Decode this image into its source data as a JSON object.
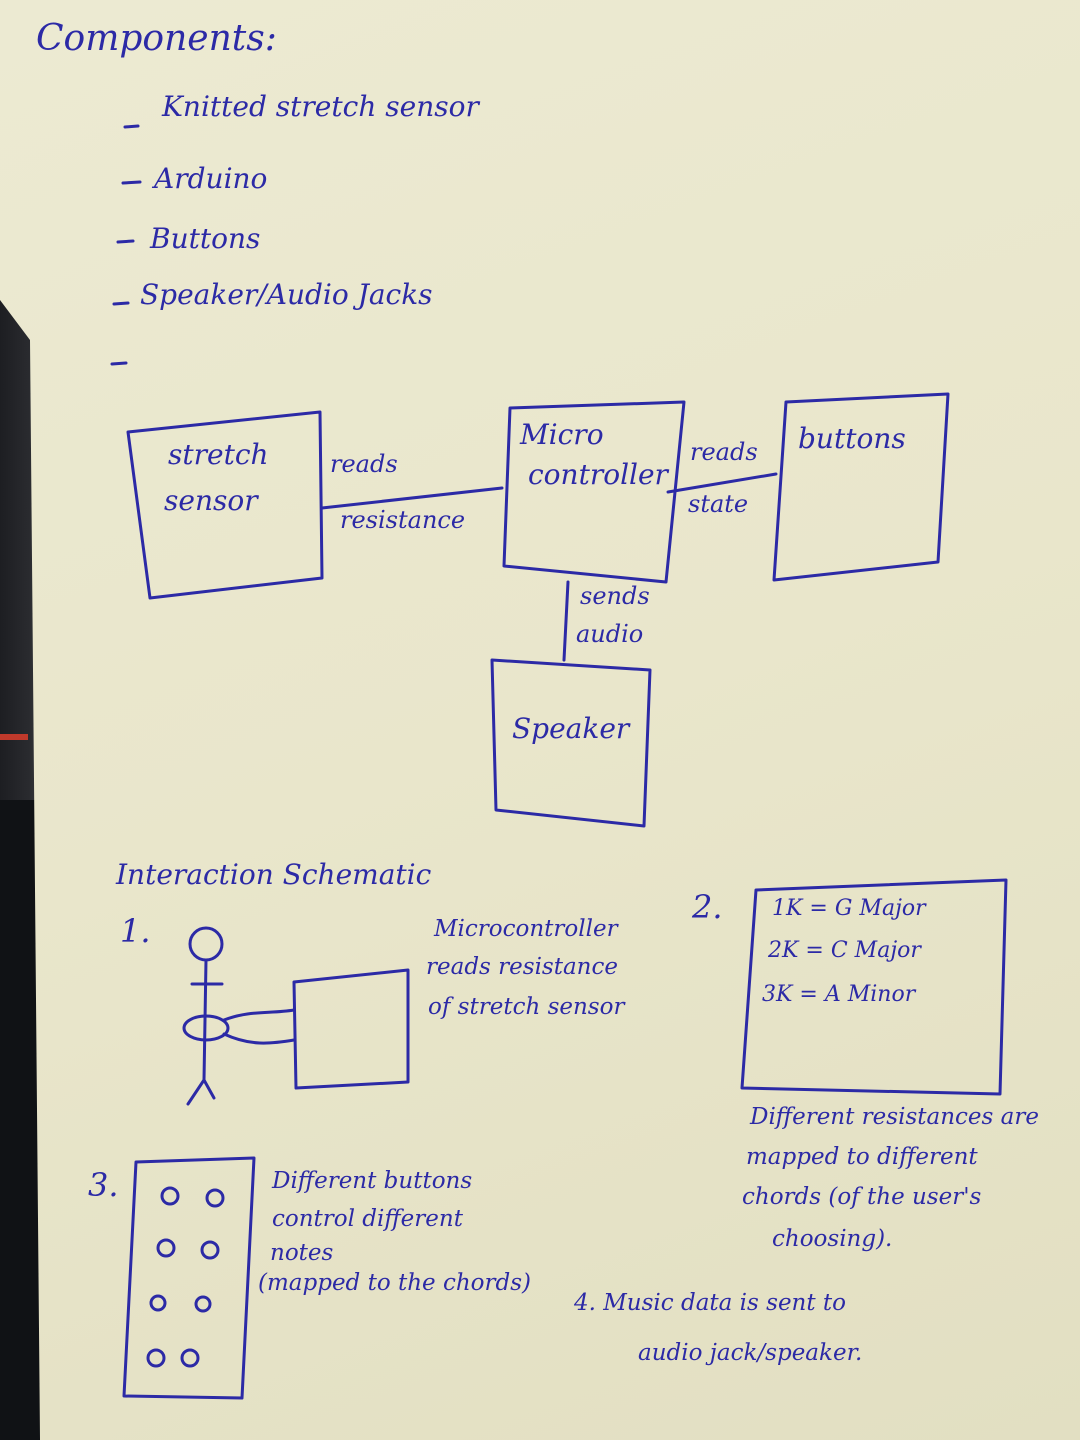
{
  "components": {
    "title": "Components:",
    "items": [
      "Knitted stretch sensor",
      "Arduino",
      "Buttons",
      "Speaker/Audio Jacks",
      ""
    ]
  },
  "diagram": {
    "stretch_sensor": [
      "stretch",
      "sensor"
    ],
    "microcontroller": [
      "Micro",
      "controller"
    ],
    "buttons": "buttons",
    "speaker": "Speaker",
    "edge_reads_resistance": [
      "reads",
      "resistance"
    ],
    "edge_reads_state": [
      "reads",
      "state"
    ],
    "edge_sends_audio": [
      "sends",
      "audio"
    ]
  },
  "interaction": {
    "title": "Interaction Schematic",
    "step1": {
      "num": "1.",
      "text": [
        "Microcontroller",
        "reads resistance",
        "of stretch sensor"
      ]
    },
    "step2": {
      "num": "2.",
      "chords": [
        "1K = G Major",
        "2K = C Major",
        "3K = A Minor"
      ],
      "text": [
        "Different resistances are",
        "mapped to different",
        "chords (of the user's",
        "choosing)."
      ]
    },
    "step3": {
      "num": "3.",
      "text": [
        "Different buttons",
        "control different",
        "notes",
        "(mapped to the chords)"
      ]
    },
    "step4": {
      "text": [
        "4. Music data is sent to",
        "audio jack/speaker."
      ]
    }
  },
  "colors": {
    "ink": "#2c2aa6",
    "paper": "#ebe8cd",
    "background": "#2a2b2f"
  }
}
